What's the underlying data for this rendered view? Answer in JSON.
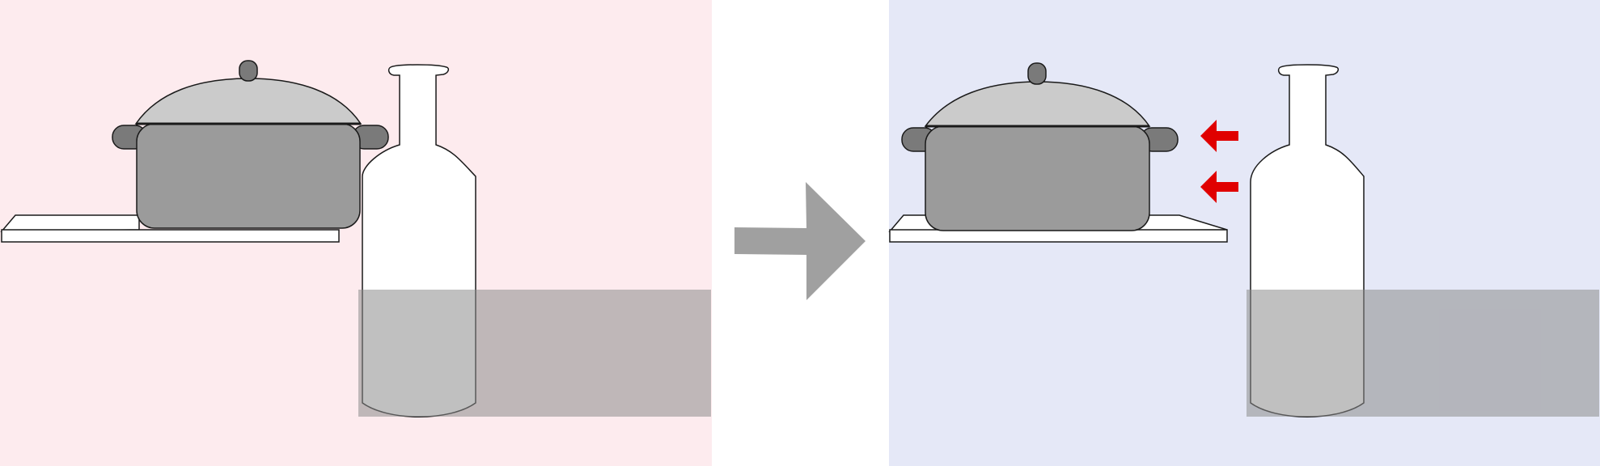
{
  "colors": {
    "background": "#ffffff",
    "before_panel": "#fdebee",
    "after_panel": "#e5e8f7",
    "outline": "#1a1a1a",
    "pot_lid": "#cbcbcb",
    "pot_body": "#9b9b9b",
    "pot_handle": "#7a7a7a",
    "shelf": "#ffffff",
    "bottle": "#ffffff",
    "before_overlay": "#8c8c8c",
    "after_overlay": "#8c8c8c",
    "transition_arrow": "#a0a0a0",
    "motion_arrow": "#e00000"
  },
  "icons": {
    "transition": "right-arrow-icon",
    "motion": "left-arrow-icon"
  },
  "panels": [
    {
      "id": "before",
      "label": "",
      "motion_arrow_count": 0
    },
    {
      "id": "after",
      "label": "",
      "motion_arrow_count": 2
    }
  ]
}
